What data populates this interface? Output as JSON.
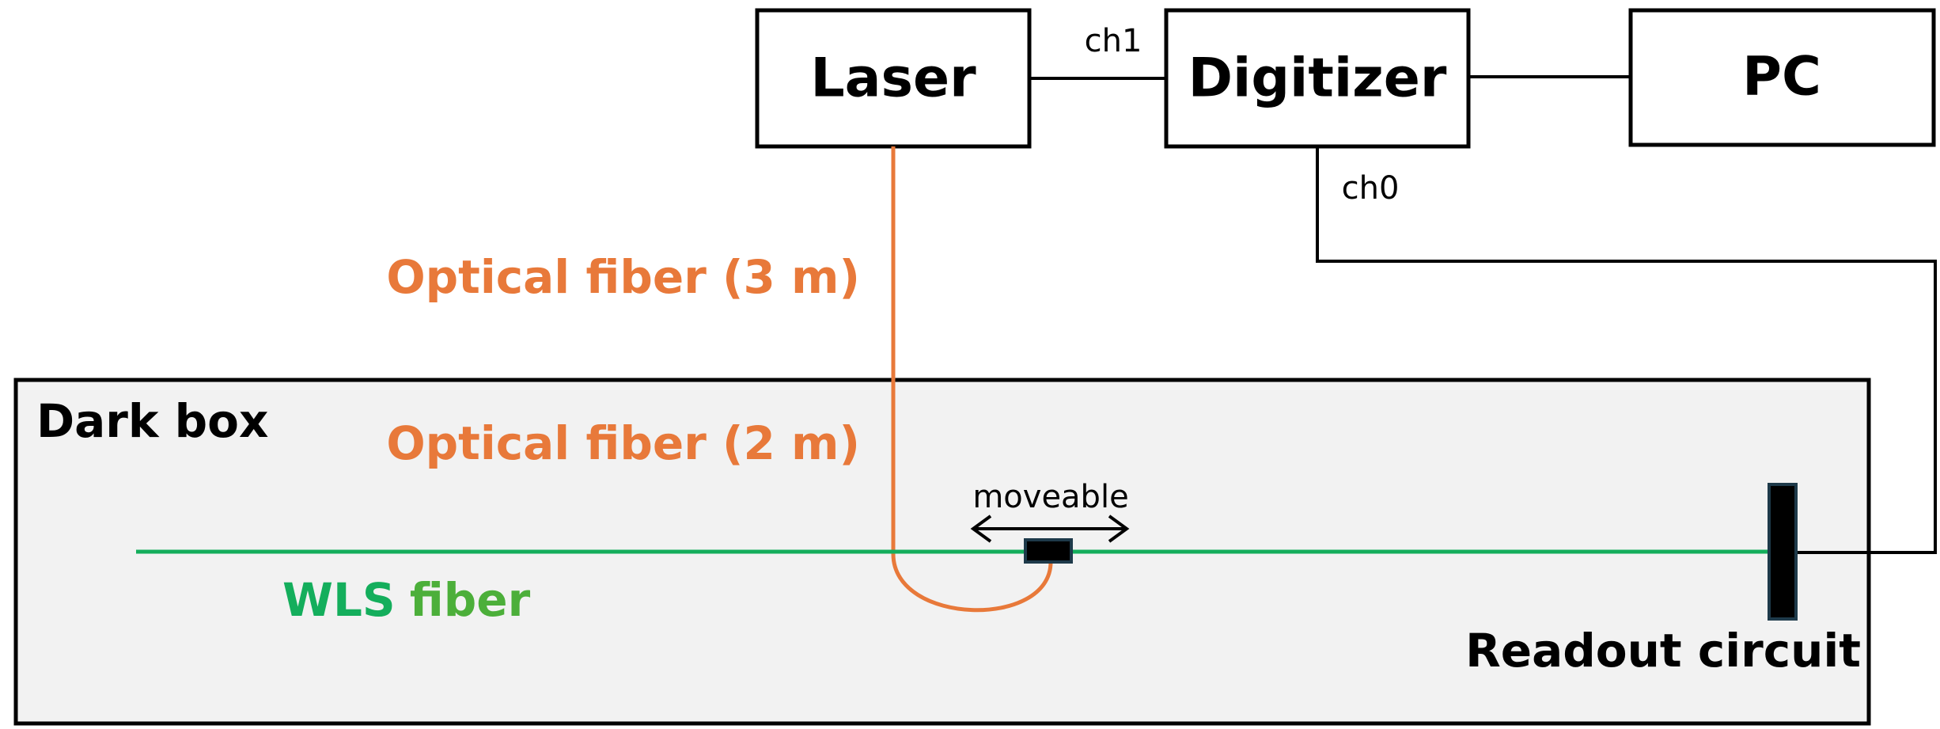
{
  "boxes": {
    "laser": "Laser",
    "digitizer": "Digitizer",
    "pc": "PC",
    "dark_box": "Dark box"
  },
  "channels": {
    "ch1": "ch1",
    "ch0": "ch0"
  },
  "fibers": {
    "optical_3m": "Optical fiber (3 m)",
    "optical_2m": "Optical fiber (2 m)",
    "wls_part1": "WLS",
    "wls_part2": "fiber"
  },
  "annotations": {
    "moveable": "moveable",
    "readout": "Readout circuit"
  },
  "colors": {
    "optical_fiber": "#E8793A",
    "wls_fiber": "#14AE5C",
    "wls_label_fiber": "#4CAF3A",
    "dark_box_fill": "#F2F2F2",
    "connector": "#000000",
    "connector_border": "#1E3A4A"
  }
}
